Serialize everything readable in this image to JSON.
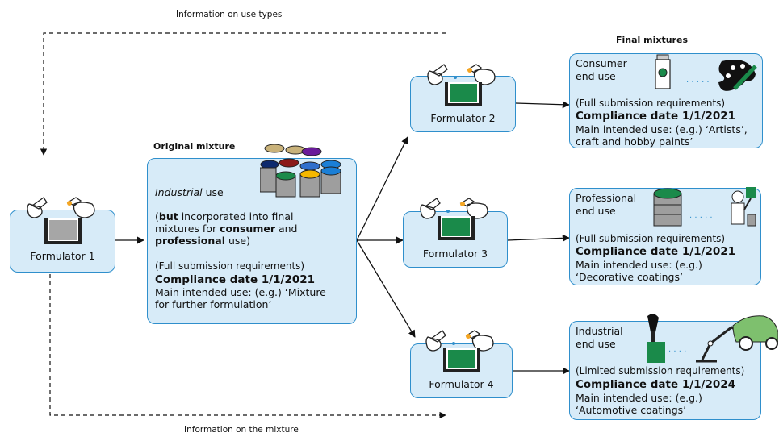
{
  "info_use_types": "Information on use types",
  "info_mixture": "Information on the mixture",
  "final_mixtures_heading": "Final mixtures",
  "original_mixture_heading": "Original mixture",
  "formulators": {
    "f1": "Formulator 1",
    "f2": "Formulator 2",
    "f3": "Formulator 3",
    "f4": "Formulator 4"
  },
  "original": {
    "use_italic": "Industrial",
    "use_rest": " use",
    "paren_open": "(",
    "but": "but",
    "incorporated": " incorporated into final",
    "mixtures_for": "mixtures for ",
    "consumer": "consumer",
    "and": " and",
    "professional": "professional",
    "use_close": " use)",
    "requirements": "(Full submission requirements)",
    "compliance": "Compliance date 1/1/2021",
    "main_use_1": "Main intended use: (e.g.) ‘Mixture",
    "main_use_2": "for further formulation’"
  },
  "consumer": {
    "title_1": "Consumer",
    "title_2": "end use",
    "requirements": "(Full submission requirements)",
    "compliance": "Compliance date 1/1/2021",
    "main_use_1": "Main intended use: (e.g.) ‘Artists’,",
    "main_use_2": "craft and hobby paints’"
  },
  "professional": {
    "title_1": "Professional",
    "title_2": "end use",
    "requirements": "(Full submission requirements)",
    "compliance": "Compliance date 1/1/2021",
    "main_use_1": "Main intended use: (e.g.)",
    "main_use_2": "‘Decorative coatings’"
  },
  "industrial": {
    "title_1": "Industrial",
    "title_2": "end use",
    "requirements": "(Limited submission requirements)",
    "compliance": "Compliance date 1/1/2024",
    "main_use_1": "Main intended use: (e.g.)",
    "main_use_2": "‘Automotive coatings’"
  },
  "colors": {
    "box_fill": "#d7ebf8",
    "box_border": "#2f8fcc",
    "green": "#1a8a4a",
    "grey": "#a6a6a6"
  }
}
